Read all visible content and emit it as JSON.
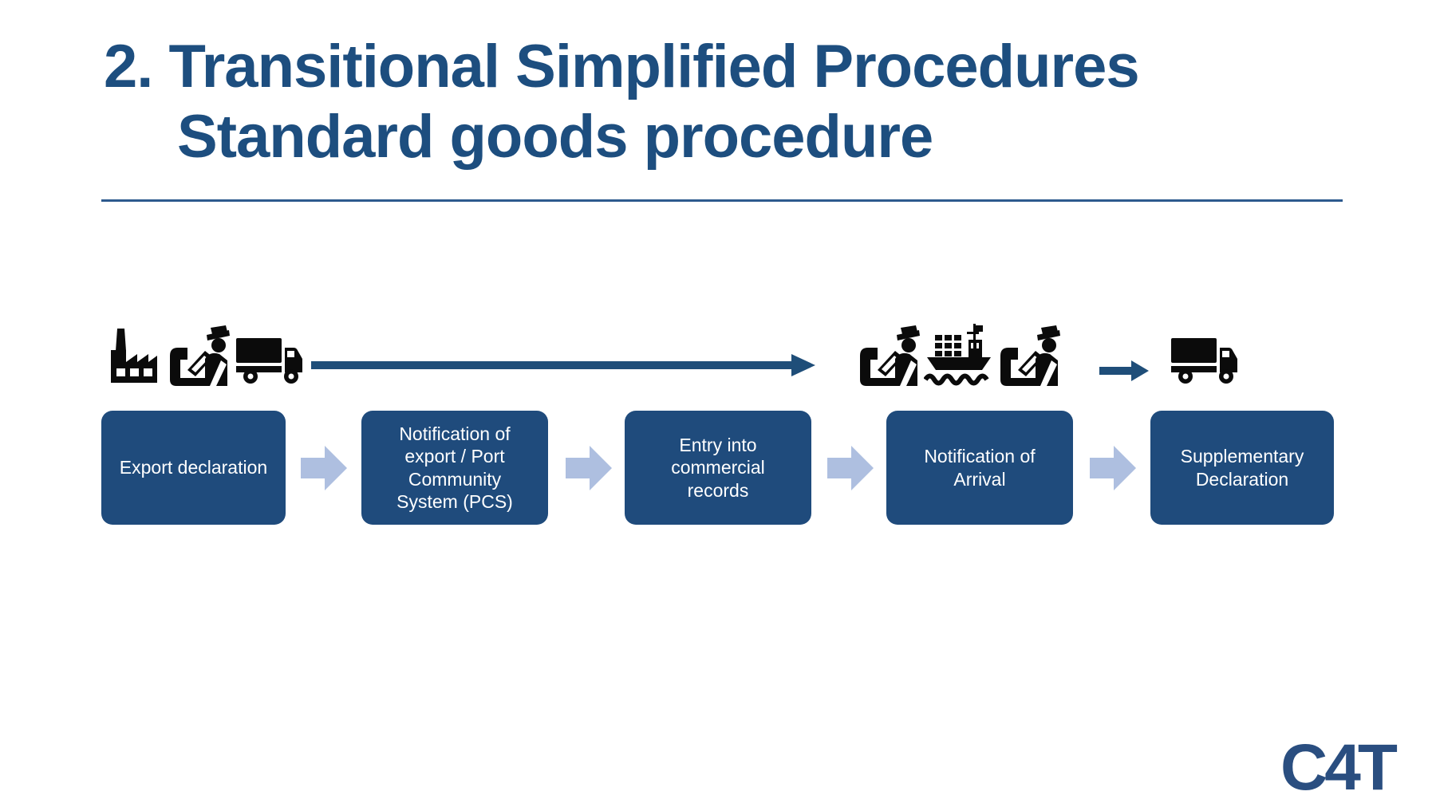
{
  "title": {
    "line1": "2. Transitional Simplified Procedures",
    "line2": "Standard goods procedure"
  },
  "flow": {
    "stages": [
      {
        "label": "Export declaration"
      },
      {
        "label": "Notification of\nexport / Port\nCommunity\nSystem (PCS)"
      },
      {
        "label": "Entry into\ncommercial\nrecords"
      },
      {
        "label": "Notification of\nArrival"
      },
      {
        "label": "Supplementary\nDeclaration"
      }
    ],
    "icons_left": [
      "factory",
      "customs-officer",
      "truck"
    ],
    "icons_right": [
      "customs-officer",
      "cargo-ship",
      "customs-officer"
    ],
    "icon_final": "truck"
  },
  "logo": {
    "text": "C4T"
  },
  "colors": {
    "title_navy": "#1d4e7f",
    "box_navy": "#1f4b7c",
    "dark_arrow": "#1f4e79",
    "light_arrow": "#aebfe0",
    "divider": "#2d5a8e",
    "icon_black": "#0b0b0b",
    "logo_navy": "#2a4e80"
  }
}
